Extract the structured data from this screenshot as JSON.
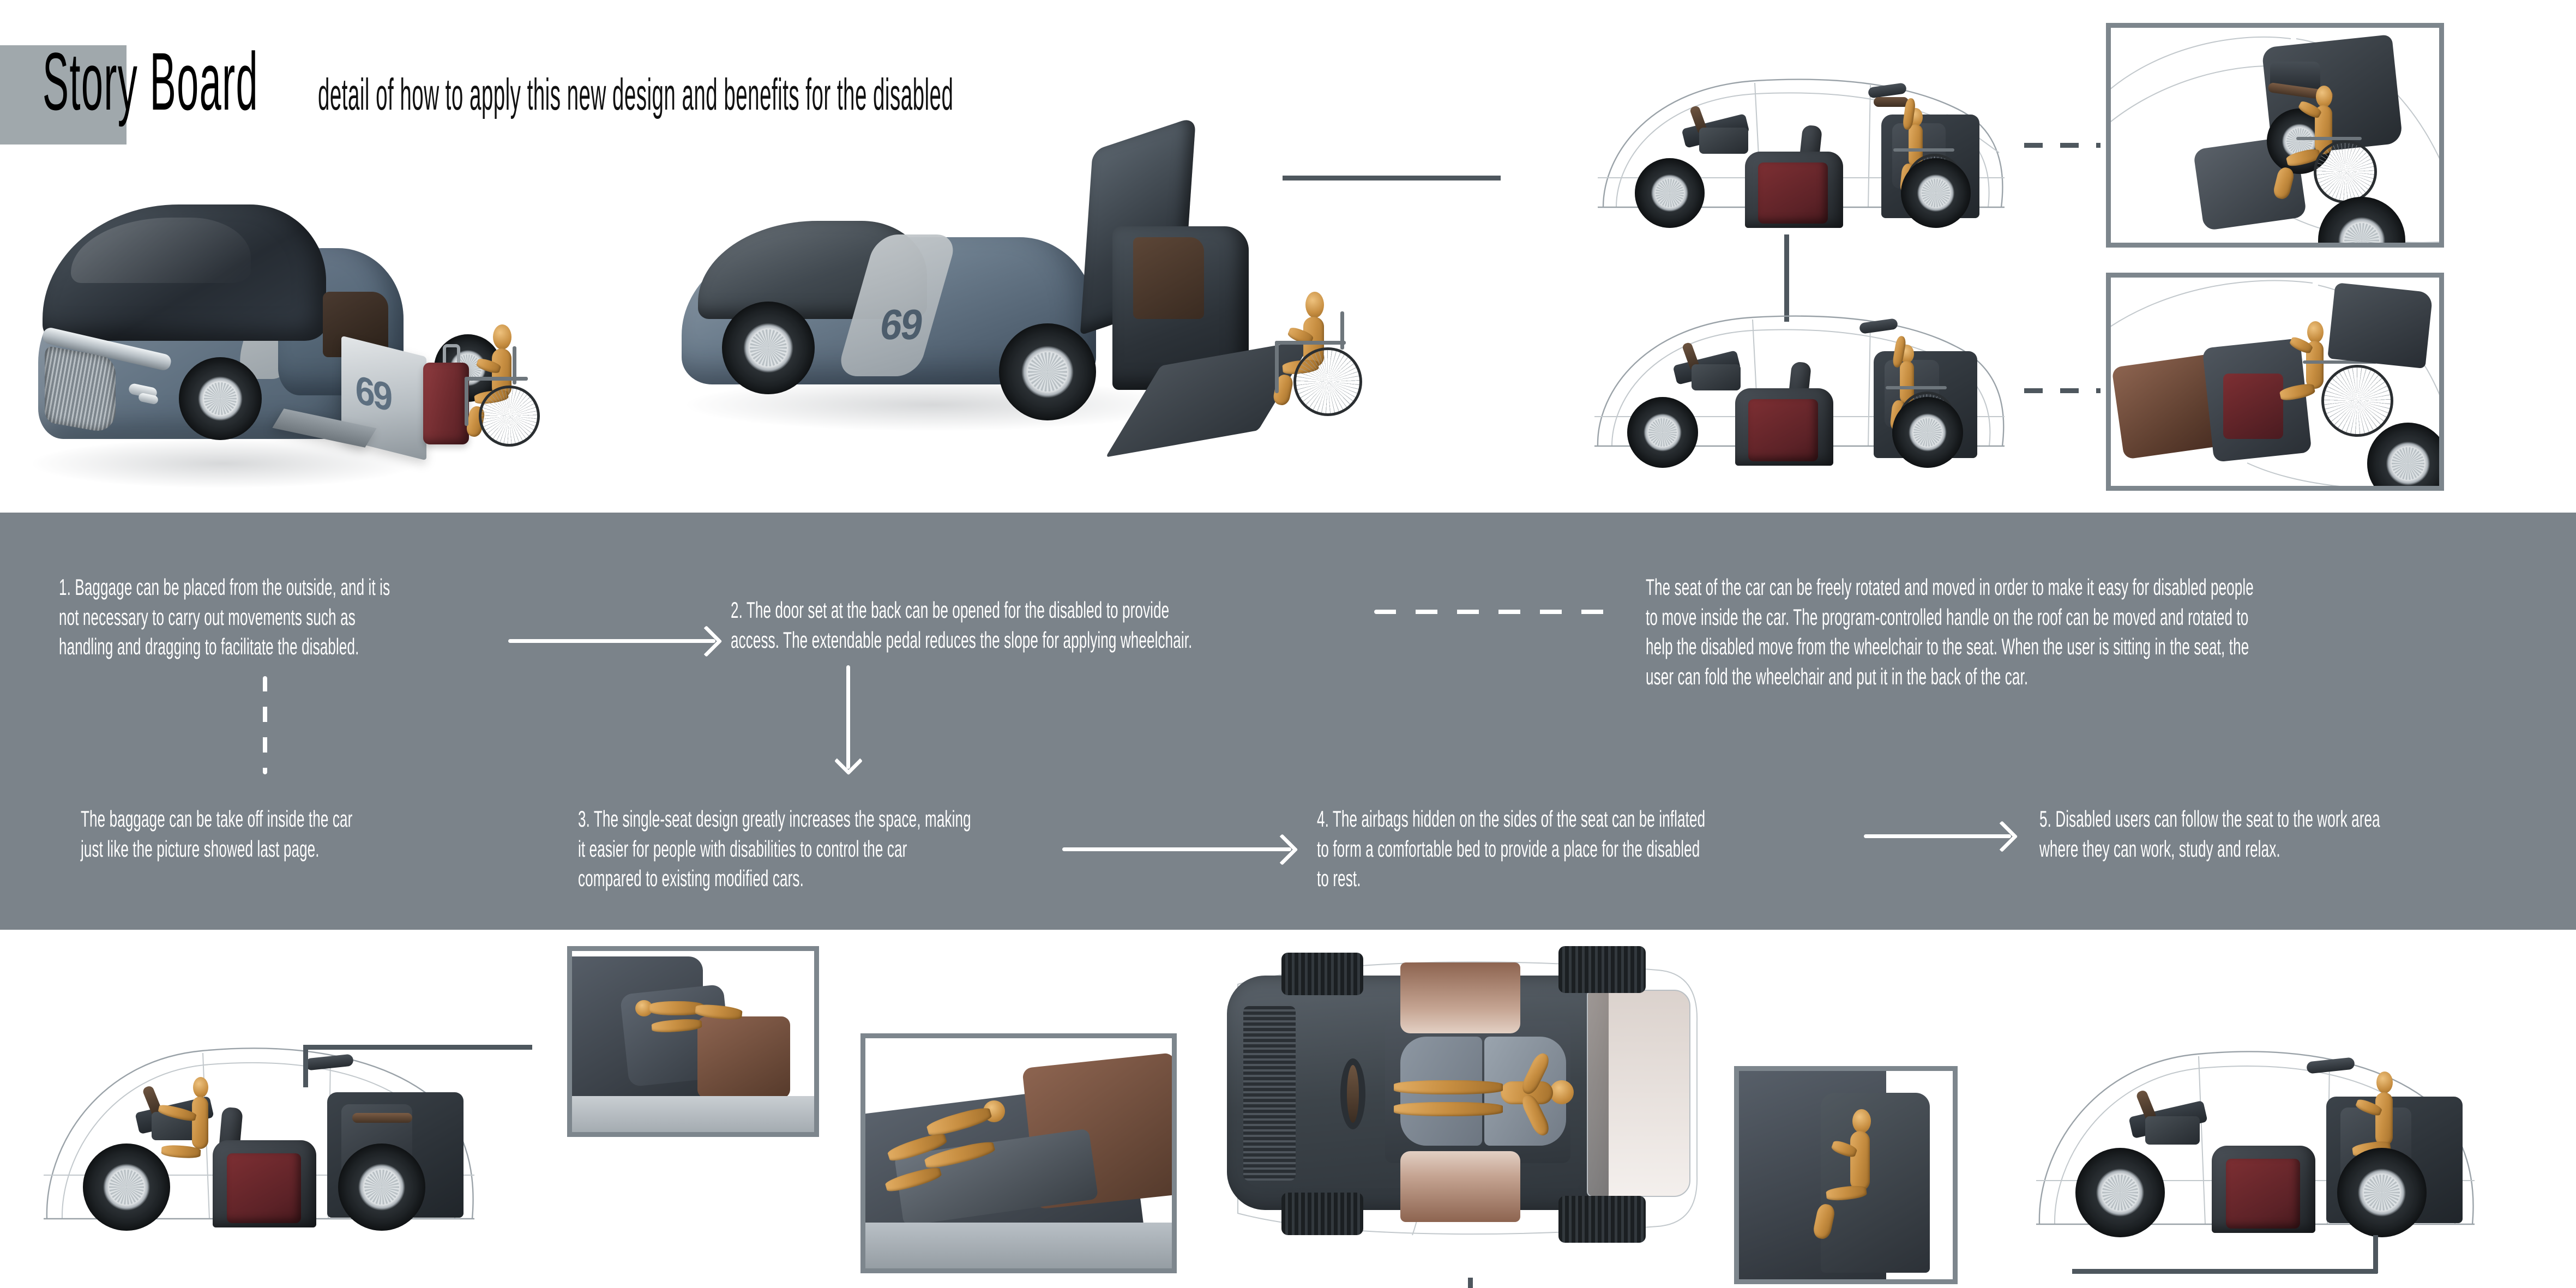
{
  "header": {
    "title_main": "Story Board",
    "title_sub": "detail of how to apply this new design and benefits for the disabled",
    "swatch_color": "#a0a8ac"
  },
  "panel": {
    "background_color": "#7b838a",
    "text_color": "#ffffff",
    "steps": [
      {
        "id": "step-1",
        "text": "1. Baggage can be placed from the outside, and it is\nnot necessary to carry out movements such as\nhandling and dragging to facilitate the disabled."
      },
      {
        "id": "step-1b",
        "text": "The baggage can be take off inside the car\njust like the picture showed last page."
      },
      {
        "id": "step-2",
        "text": "2. The door set at the back can be opened for the disabled to provide\naccess. The extendable pedal reduces the slope for applying wheelchair."
      },
      {
        "id": "step-3",
        "text": "3. The single-seat design greatly increases the space, making\nit easier for people with disabilities to control the car\ncompared to existing modified cars."
      },
      {
        "id": "step-seat",
        "text": "The seat of the car can be freely rotated and moved in order to make it easy for disabled people\nto move inside the car. The program-controlled handle on the roof can be moved and rotated to\nhelp the disabled move from the wheelchair to the seat. When the user is sitting in the seat, the\nuser can fold the wheelchair and put it in the back of the car."
      },
      {
        "id": "step-4",
        "text": "4. The airbags hidden on the sides of the seat can be inflated\nto form a comfortable bed to provide a place for the disabled\nto rest."
      },
      {
        "id": "step-5",
        "text": "5. Disabled users can follow the seat to the work area\nwhere they can work, study and relax."
      }
    ]
  },
  "renders": {
    "car_number": "69",
    "colors": {
      "body_blue": "#5d6e7e",
      "body_light": "#8e9aa6",
      "stripe_silver": "#b9c0c5",
      "canopy_dark": "#2b3239",
      "suitcase_red": "#6d2a2e",
      "seat_maroon": "#5c2227",
      "seat_brown": "#6b4734",
      "mannequin_wood": "#c78e41",
      "frame_border": "#7d868d",
      "lead_line": "#4e575e"
    },
    "top": [
      {
        "id": "render-car-exterior-front",
        "caption": "concept car three-quarter front view with rear hatch open, suitcase and wheelchair user"
      },
      {
        "id": "render-car-rear-door-open",
        "caption": "concept car rear three-quarter with rear door and extendable ramp deployed for wheelchair"
      },
      {
        "id": "render-ghost-side-seat-rotated",
        "caption": "transparent side view, seat rotated toward rear, wheelchair user entering"
      },
      {
        "id": "render-ghost-side-seat-forward",
        "caption": "transparent side view, seat moved forward inside cabin"
      },
      {
        "id": "detail-roof-handle-transfer",
        "caption": "close-up of roof handle assisting transfer from wheelchair"
      },
      {
        "id": "detail-wheelchair-folded-rear",
        "caption": "close-up of folded wheelchair stored in the rear of the car"
      }
    ],
    "bottom": [
      {
        "id": "render-ghost-driving-position",
        "caption": "transparent side view with occupant at the driving position"
      },
      {
        "id": "detail-seat-reclined",
        "caption": "close-up of reclined seat with airbag bed deployed"
      },
      {
        "id": "detail-bed-mode",
        "caption": "close-up of occupant lying on the inflated airbag bed"
      },
      {
        "id": "render-top-view-bed",
        "caption": "transparent top view of the cabin with occupant lying flat"
      },
      {
        "id": "detail-work-area-seat",
        "caption": "close-up of occupant at the rear work area seat"
      },
      {
        "id": "render-ghost-work-area",
        "caption": "transparent side view with seat moved to the rear work area"
      }
    ]
  }
}
